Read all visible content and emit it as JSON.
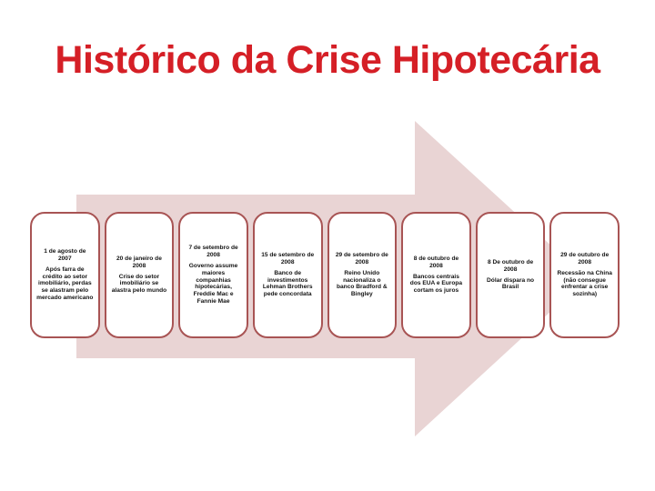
{
  "slide": {
    "title": "Histórico da Crise Hipotecária",
    "colors": {
      "title": "#d51f26",
      "box_border": "#a85454",
      "arrow_fill": "#e9d4d4",
      "text": "#141414",
      "background": "#ffffff"
    },
    "timeline": {
      "type": "process-arrow",
      "direction": "right",
      "events": [
        {
          "date": "1 de agosto de 2007",
          "description": "Após farra de crédito ao setor imobiliário, perdas se alastram pelo mercado americano"
        },
        {
          "date": "20 de janeiro de 2008",
          "description": "Crise do setor imobiliário se alastra pelo mundo"
        },
        {
          "date": "7 de setembro de 2008",
          "description": "Governo assume maiores companhias hipotecárias, Freddie Mac e Fannie Mae"
        },
        {
          "date": "15 de setembro de 2008",
          "description": "Banco de investimentos Lehman Brothers pede concordata"
        },
        {
          "date": "29 de setembro de 2008",
          "description": "Reino Unido nacionaliza o banco Bradford & Bingley"
        },
        {
          "date": "8 de outubro de 2008",
          "description": "Bancos centrais dos EUA e Europa cortam os juros"
        },
        {
          "date": "8 De outubro de 2008",
          "description": "Dólar dispara no Brasil"
        },
        {
          "date": "29 de outubro de 2008",
          "description": "Recessão na China (não consegue enfrentar a crise sozinha)"
        }
      ]
    }
  }
}
